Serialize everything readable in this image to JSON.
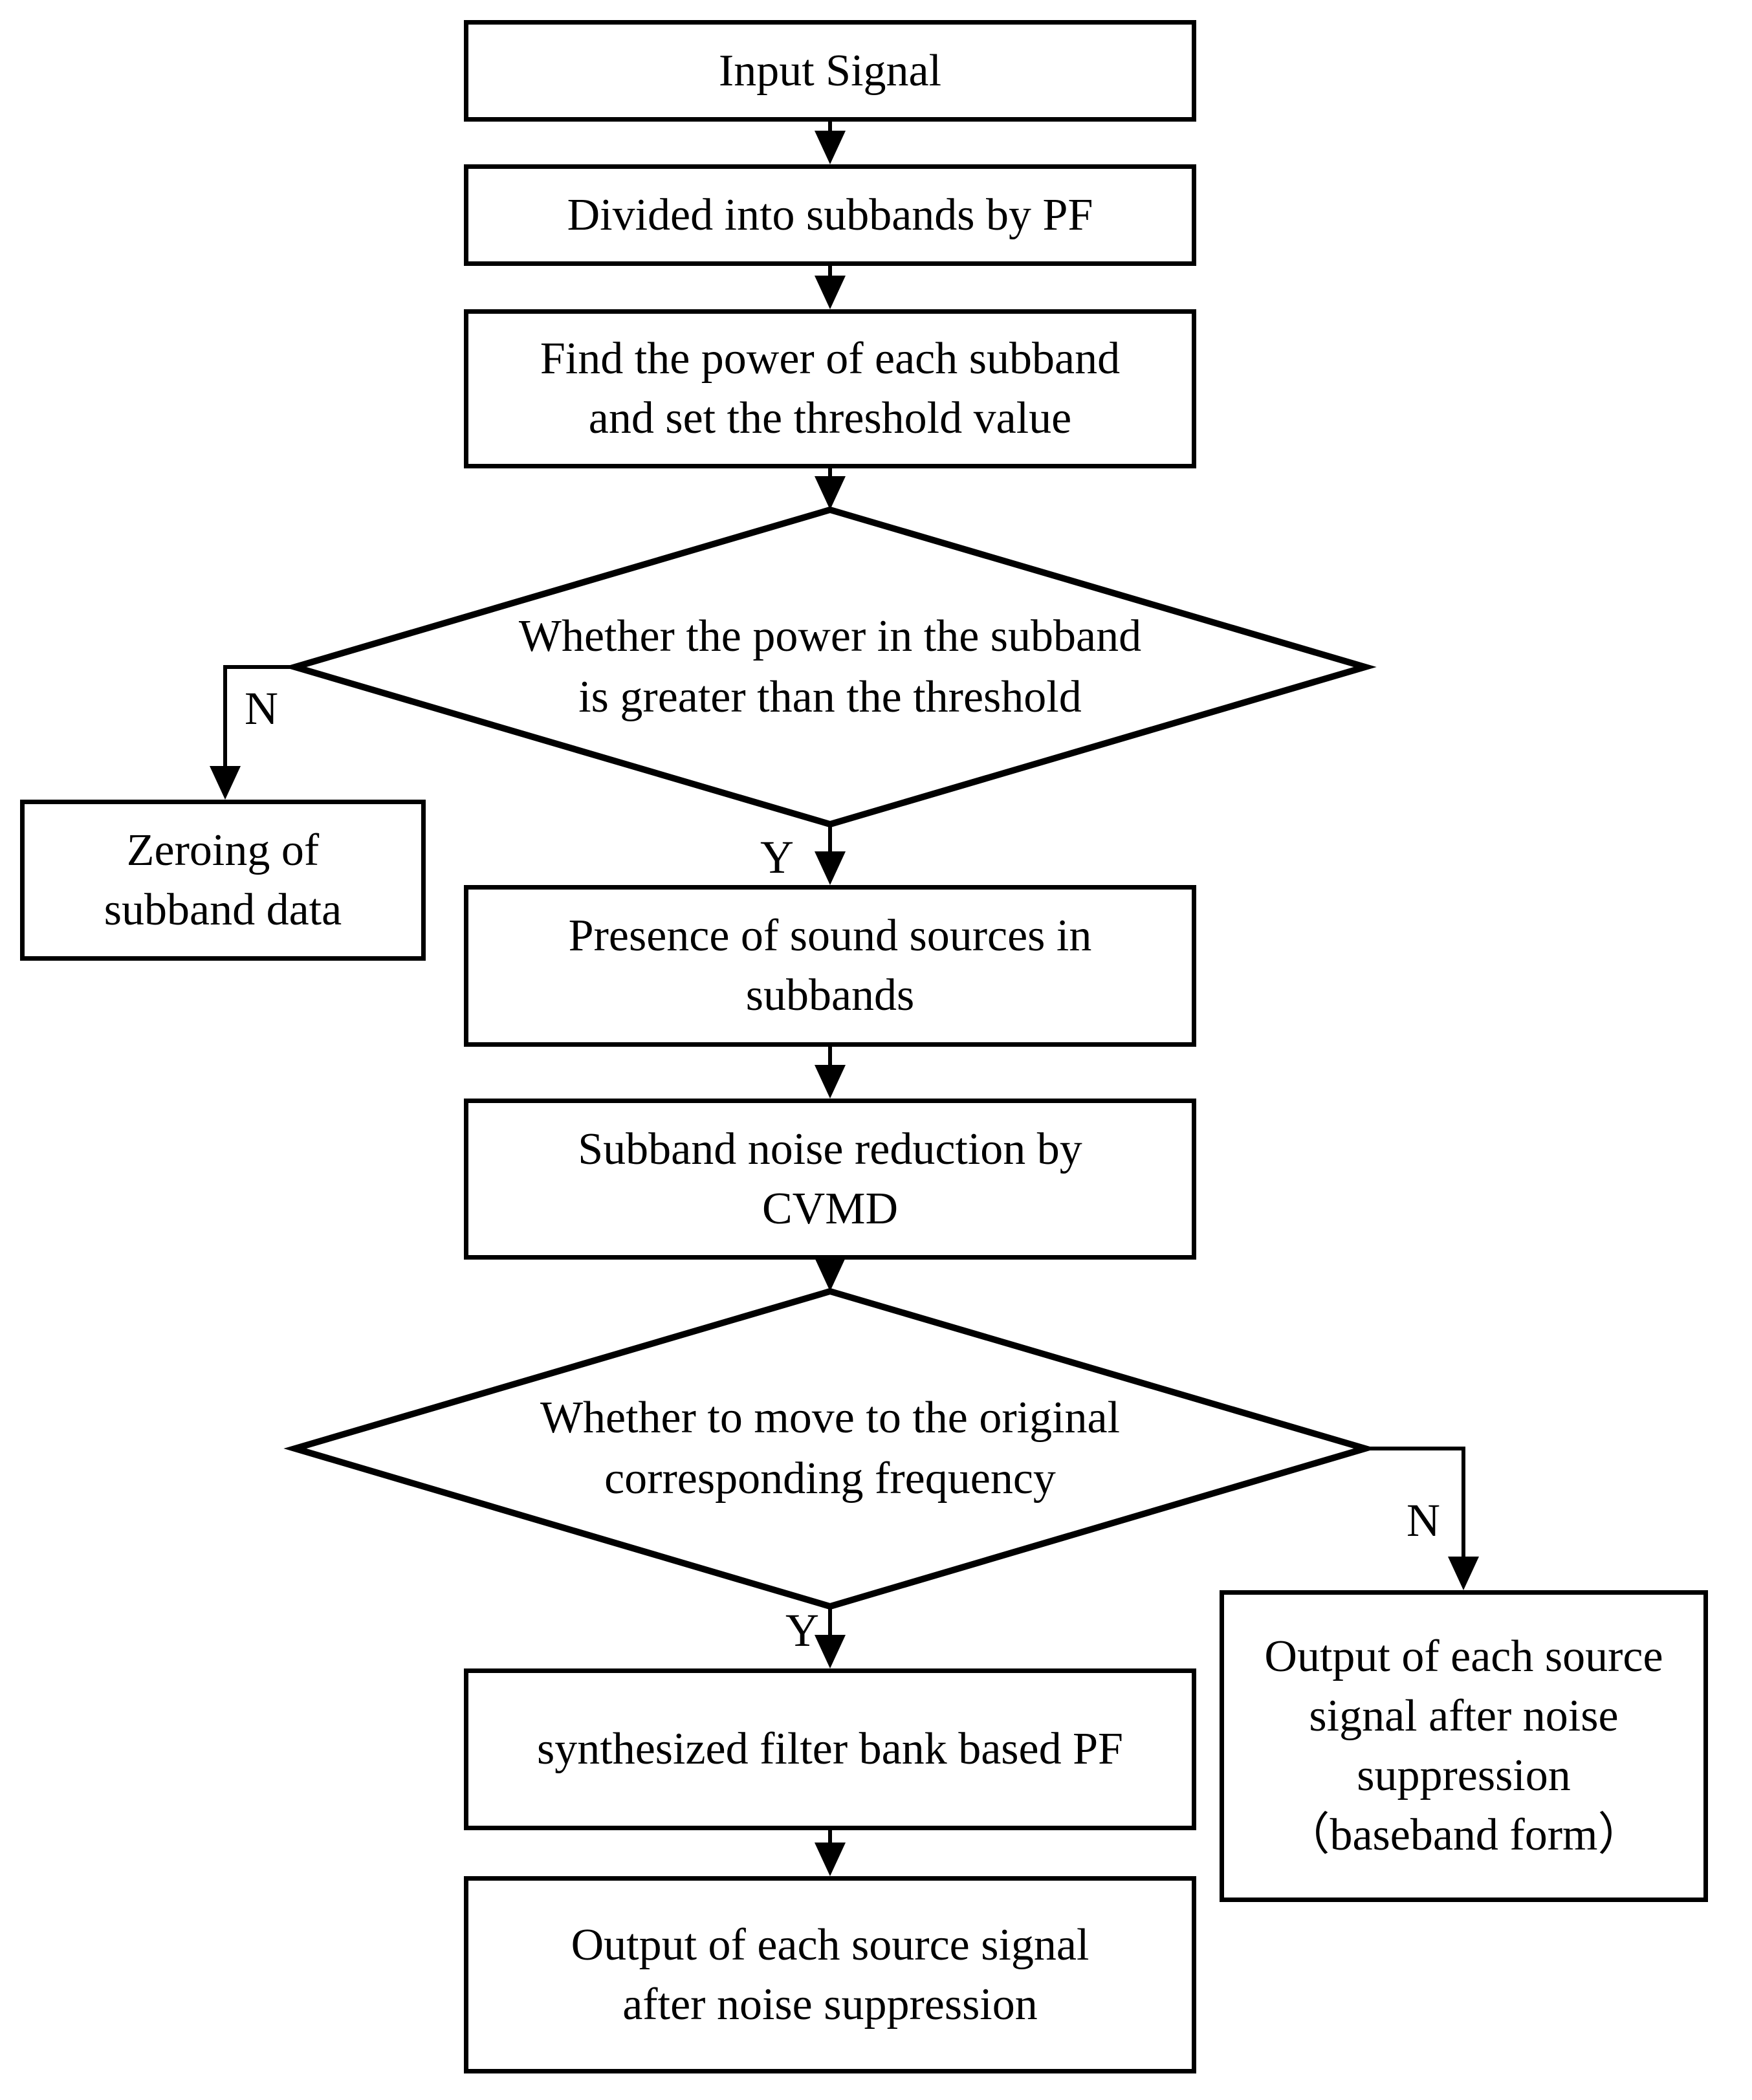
{
  "page": {
    "background_color": "#ffffff",
    "stroke_color": "#000000"
  },
  "flowchart": {
    "nodes": {
      "input": {
        "type": "process",
        "label": "Input Signal"
      },
      "divided": {
        "type": "process",
        "label": "Divided into subbands by PF"
      },
      "find_power": {
        "type": "process",
        "label": "Find the power of each subband\nand set the threshold value"
      },
      "power_decision": {
        "type": "decision",
        "label": "Whether the power in the subband\nis greater than the threshold"
      },
      "zeroing": {
        "type": "process",
        "label": "Zeroing of\nsubband data"
      },
      "presence": {
        "type": "process",
        "label": "Presence of sound sources in\nsubbands"
      },
      "cvmd": {
        "type": "process",
        "label": "Subband noise reduction by\nCVMD"
      },
      "frequency_decision": {
        "type": "decision",
        "label": "Whether to move to the original\ncorresponding frequency"
      },
      "synthesized": {
        "type": "process",
        "label": "synthesized filter bank based PF"
      },
      "output_baseband": {
        "type": "process",
        "label": "Output of each source\nsignal after noise\nsuppression\n（baseband form）"
      },
      "output": {
        "type": "process",
        "label": "Output of each source signal\nafter noise suppression"
      }
    },
    "branch_labels": {
      "power_no": "N",
      "power_yes": "Y",
      "frequency_no": "N",
      "frequency_yes": "Y"
    },
    "edges": [
      {
        "from": "input",
        "to": "divided",
        "label": ""
      },
      {
        "from": "divided",
        "to": "find_power",
        "label": ""
      },
      {
        "from": "find_power",
        "to": "power_decision",
        "label": ""
      },
      {
        "from": "power_decision",
        "to": "zeroing",
        "label": "N"
      },
      {
        "from": "power_decision",
        "to": "presence",
        "label": "Y"
      },
      {
        "from": "presence",
        "to": "cvmd",
        "label": ""
      },
      {
        "from": "cvmd",
        "to": "frequency_decision",
        "label": ""
      },
      {
        "from": "frequency_decision",
        "to": "output_baseband",
        "label": "N"
      },
      {
        "from": "frequency_decision",
        "to": "synthesized",
        "label": "Y"
      },
      {
        "from": "synthesized",
        "to": "output",
        "label": ""
      }
    ]
  }
}
